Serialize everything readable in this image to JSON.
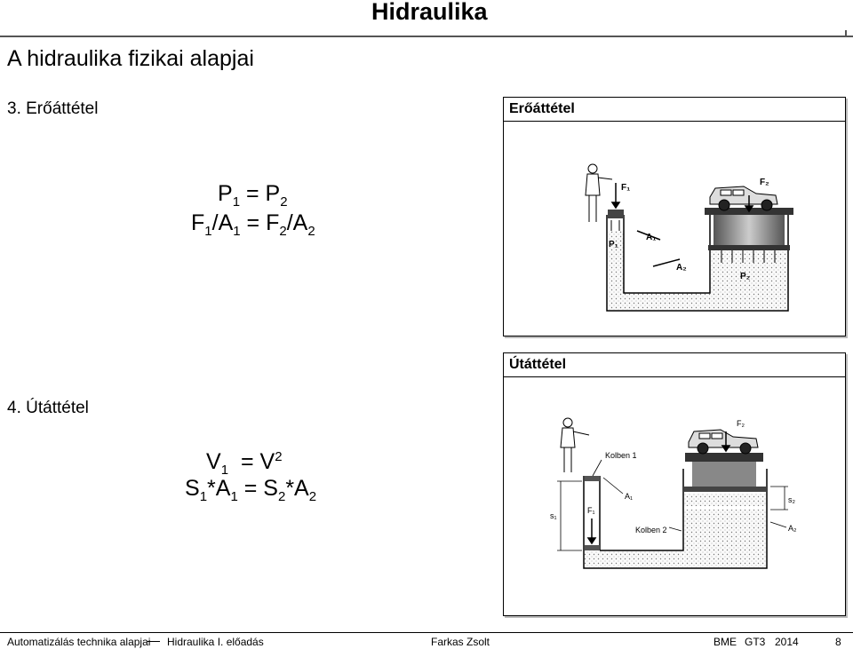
{
  "header": {
    "title": "Hidraulika"
  },
  "slide": {
    "title": "A hidraulika fizikai alapjai"
  },
  "sections": {
    "force": "3. Erőáttétel",
    "path": "4. Útáttétel"
  },
  "equations": {
    "e1": {
      "a": "P",
      "as": "1",
      "b": "P",
      "bs": "2"
    },
    "e2": {
      "a": "F",
      "as": "1",
      "b": "/A",
      "bs": "1",
      "c": "F",
      "cs": "2",
      "d": "/A",
      "ds": "2"
    },
    "e3": {
      "a": "V",
      "as": "1",
      "b": "V",
      "bs": "2"
    },
    "e4": {
      "a": "S",
      "as": "1",
      "b": "*A",
      "bs": "1",
      "c": "S",
      "cs": "2",
      "d": "*A",
      "ds": "2"
    },
    "eq": "="
  },
  "figures": {
    "force": {
      "title": "Erőáttétel",
      "labels": {
        "F1": "F₁",
        "F2": "F₂",
        "A1": "A₁",
        "A2": "A₂",
        "P1": "P₁",
        "P2": "P₂"
      }
    },
    "path": {
      "title": "Útáttétel",
      "labels": {
        "kolben1": "Kolben 1",
        "kolben2": "Kolben 2",
        "F1": "F₁",
        "F2": "F₂",
        "A1": "A₁",
        "A2": "A₂",
        "s1": "s₁",
        "s2": "s₂"
      }
    }
  },
  "footer": {
    "course": "Automatizálás technika alapjai",
    "lecture": "Hidraulika I. előadás",
    "author": "Farkas Zsolt",
    "inst": "BME",
    "dept": "GT3",
    "year": "2014",
    "page": "8"
  }
}
